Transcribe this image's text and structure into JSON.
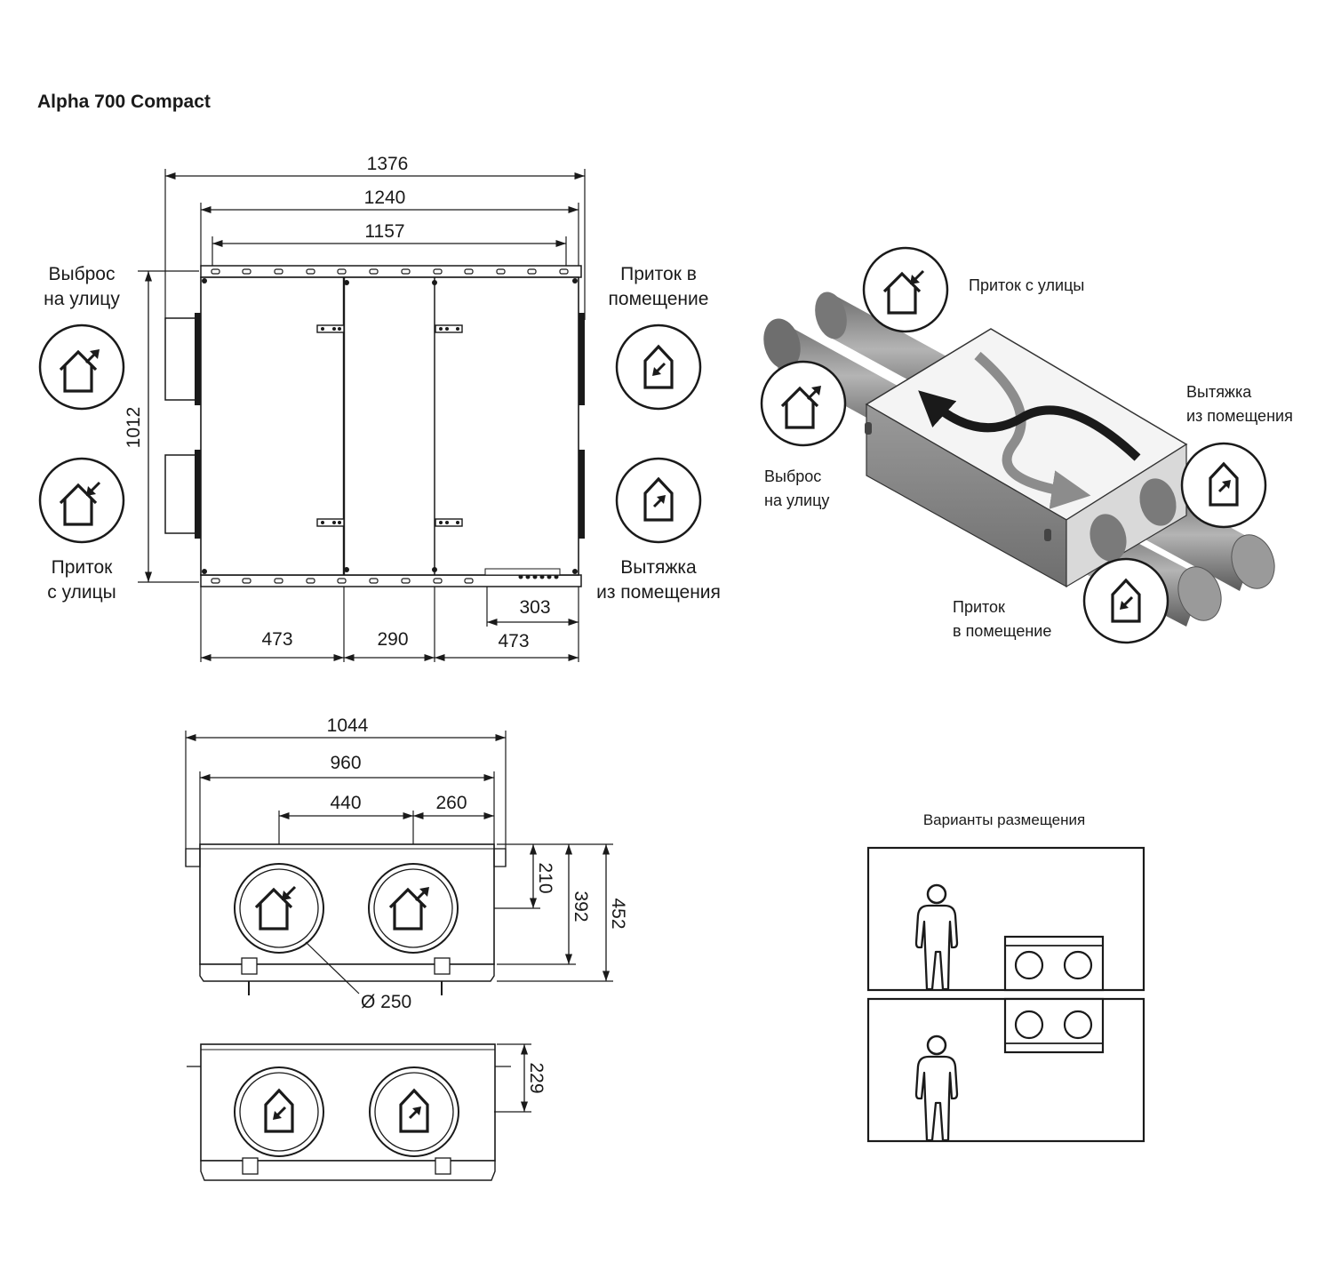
{
  "title": "Alpha 700 Compact",
  "top_view": {
    "dims": {
      "overall": "1376",
      "frame": "1240",
      "holes": "1157",
      "height": "1012",
      "seg_left": "473",
      "seg_mid": "290",
      "seg_right": "473",
      "right_inner": "303"
    },
    "labels": {
      "exhaust_out_line1": "Выброс",
      "exhaust_out_line2": "на улицу",
      "supply_in_line1": "Приток",
      "supply_in_line2": "с улицы",
      "supply_room_line1": "Приток в",
      "supply_room_line2": "помещение",
      "extract_room_line1": "Вытяжка",
      "extract_room_line2": "из помещения"
    }
  },
  "iso_view": {
    "labels": {
      "supply_outdoor": "Приток с улицы",
      "extract_room_line1": "Вытяжка",
      "extract_room_line2": "из помещения",
      "exhaust_outdoor_line1": "Выброс",
      "exhaust_outdoor_line2": "на улицу",
      "supply_room_line1": "Приток",
      "supply_room_line2": "в помещение"
    }
  },
  "front_view": {
    "dims": {
      "overall": "1044",
      "frame": "960",
      "spacing": "440",
      "offset": "260",
      "axis_height": "210",
      "body_height": "392",
      "total_height": "452",
      "diameter": "Ø 250"
    }
  },
  "back_view": {
    "dims": {
      "axis_height": "229"
    }
  },
  "placement": {
    "title": "Варианты размещения"
  },
  "icons": [
    "house-arrow-out-icon",
    "house-arrow-in-icon",
    "person-icon",
    "airflow-arrow-icon"
  ]
}
